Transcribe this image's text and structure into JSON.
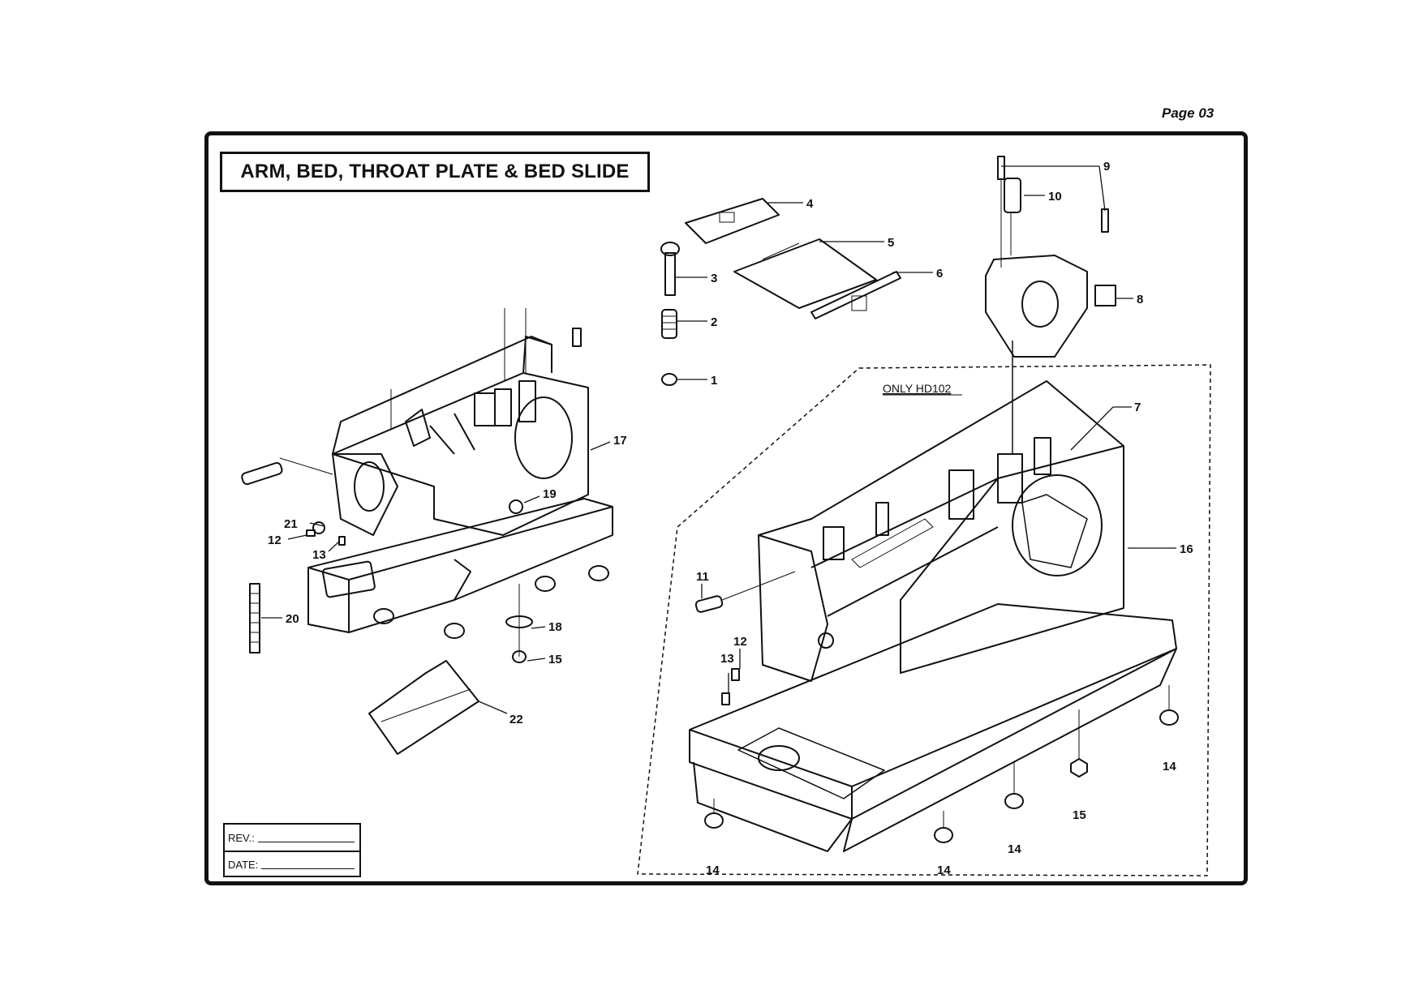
{
  "page": {
    "number_label": "Page 03"
  },
  "title": "ARM, BED, THROAT PLATE & BED SLIDE",
  "variant_label": "ONLY HD102",
  "revision_block": {
    "rev_label": "REV.:",
    "date_label": "DATE:"
  },
  "callouts": [
    "1",
    "2",
    "3",
    "4",
    "5",
    "6",
    "7",
    "8",
    "9",
    "10",
    "11",
    "12",
    "13",
    "14",
    "15",
    "16",
    "17",
    "18",
    "19",
    "20",
    "21",
    "22"
  ],
  "callouts_right_assembly_extra": [
    "12",
    "13",
    "14",
    "14",
    "14",
    "14",
    "15"
  ]
}
